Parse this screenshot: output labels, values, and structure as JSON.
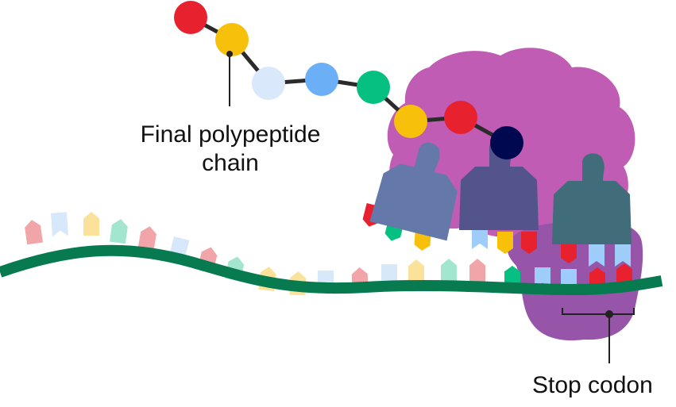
{
  "labels": {
    "chain_line1": "Final polypeptide",
    "chain_line2": "chain",
    "stop_codon": "Stop codon"
  },
  "colors": {
    "mrna": "#077a50",
    "ribosome_large": "#c05cb3",
    "ribosome_small": "#9655a8",
    "trna_1": "#6479aa",
    "trna_2": "#54548c",
    "trna_3": "#416c7a",
    "link": "#2b2b2b",
    "pointer": "#222222"
  },
  "amino_acids": [
    {
      "name": "amino-acid-1",
      "color": "#e8212f"
    },
    {
      "name": "amino-acid-2",
      "color": "#f7c10b"
    },
    {
      "name": "amino-acid-3",
      "color": "#d9e9fb"
    },
    {
      "name": "amino-acid-4",
      "color": "#6bb0f7"
    },
    {
      "name": "amino-acid-5",
      "color": "#05c080"
    },
    {
      "name": "amino-acid-6",
      "color": "#f7c10b"
    },
    {
      "name": "amino-acid-7",
      "color": "#e8212f"
    },
    {
      "name": "amino-acid-8",
      "color": "#00084f"
    }
  ],
  "nucleotide_palette": {
    "red": "#f2a5a9",
    "yellow": "#fbe29a",
    "blue": "#d7e8fb",
    "green": "#a3e6cf"
  },
  "nucleotides": [
    "red",
    "blue",
    "yellow",
    "green",
    "red",
    "blue",
    "red",
    "green",
    "yellow",
    "yellow",
    "blue",
    "red",
    "blue",
    "yellow",
    "green",
    "red"
  ],
  "anticodon_palette": {
    "red": "#e8212f",
    "green": "#05c080",
    "yellow": "#f7c10b",
    "blue": "#9ecdf9"
  },
  "trnas": [
    {
      "name": "trna-1",
      "anticodons": [
        "red",
        "green",
        "yellow"
      ]
    },
    {
      "name": "trna-2",
      "anticodons": [
        "blue",
        "yellow",
        "red"
      ]
    },
    {
      "name": "trna-3",
      "anticodons": [
        "red",
        "blue",
        "blue"
      ]
    }
  ],
  "codon_bases": [
    {
      "name": "codon-base-1",
      "color": "#05c080"
    },
    {
      "name": "codon-base-2",
      "color": "#9ecdf9"
    },
    {
      "name": "stop-base-1",
      "color": "#9ecdf9"
    },
    {
      "name": "stop-base-2",
      "color": "#e8212f"
    },
    {
      "name": "stop-base-3",
      "color": "#e8212f"
    }
  ]
}
